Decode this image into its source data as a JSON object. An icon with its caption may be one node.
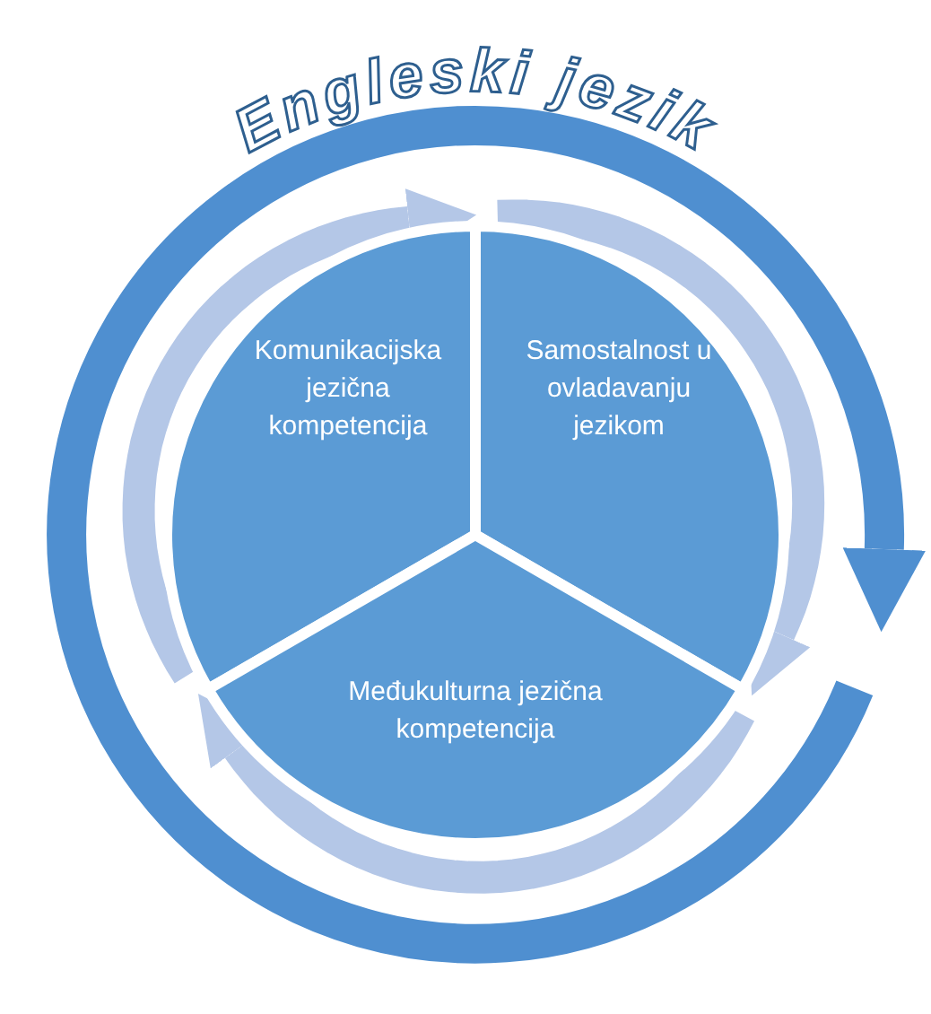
{
  "diagram": {
    "title": "Engleski jezik",
    "nodes": [
      {
        "text": [
          "Komunikacijska jezična kompetencija"
        ]
      },
      {
        "text": [
          "Samostalnost u ovladavanju jezikom"
        ]
      },
      {
        "text": [
          "Međukulturna jezična kompetencija"
        ]
      }
    ],
    "edges": [
      {
        "from": 0,
        "to": 1,
        "arrow": "to"
      },
      {
        "from": 1,
        "to": 2,
        "arrow": "to"
      },
      {
        "from": 2,
        "to": 0,
        "arrow": "to"
      }
    ]
  }
}
